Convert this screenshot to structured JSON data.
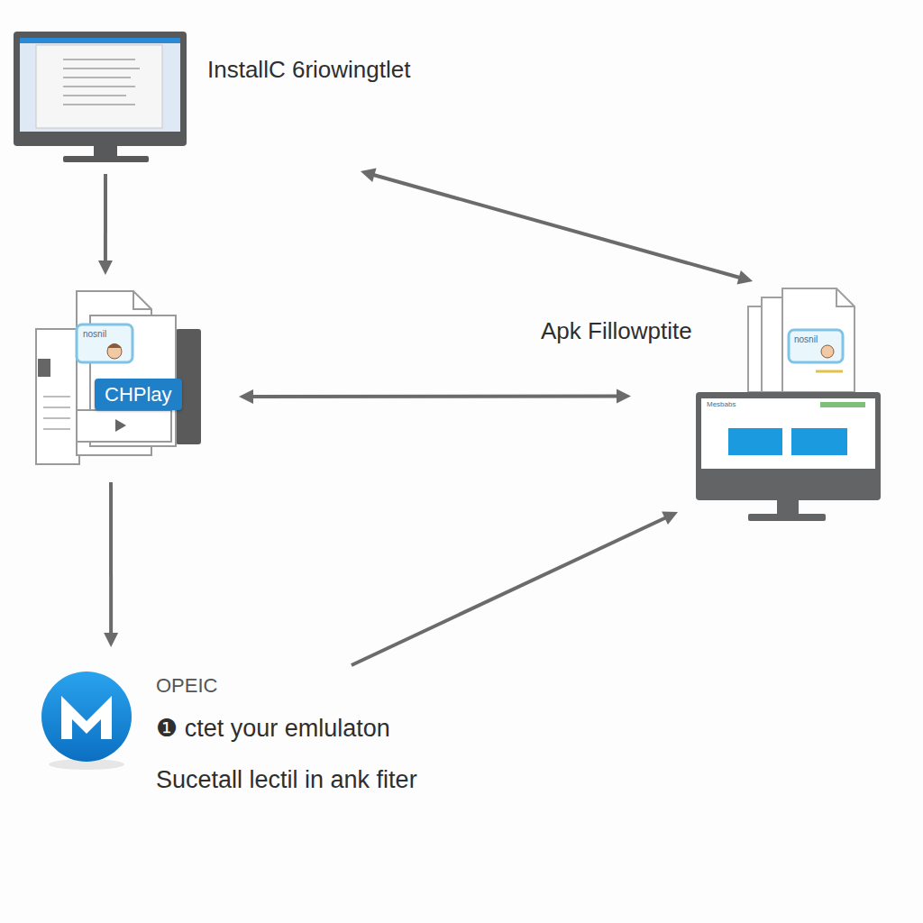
{
  "diagram": {
    "nodes": [
      {
        "text": [
          "InstallC 6riowingtlet"
        ]
      },
      {
        "text": [
          "CHPlay"
        ]
      },
      {
        "text": [
          "Apk Fillowptite"
        ]
      },
      {
        "text": [
          "OPEIC",
          "❶ ctet your emlulaton",
          "Sucetall lectil in ank fiter"
        ]
      }
    ],
    "edges": [
      {
        "from": 0,
        "to": 1,
        "arrow": "to"
      },
      {
        "from": 1,
        "to": 3,
        "arrow": "to"
      },
      {
        "from": 0,
        "to": 2,
        "arrow": "both"
      },
      {
        "from": 1,
        "to": 2,
        "arrow": "both"
      },
      {
        "from": 3,
        "to": 2,
        "arrow": "to"
      }
    ],
    "labels": [
      "nosnil",
      "nosnil",
      "Mesbabs"
    ]
  }
}
